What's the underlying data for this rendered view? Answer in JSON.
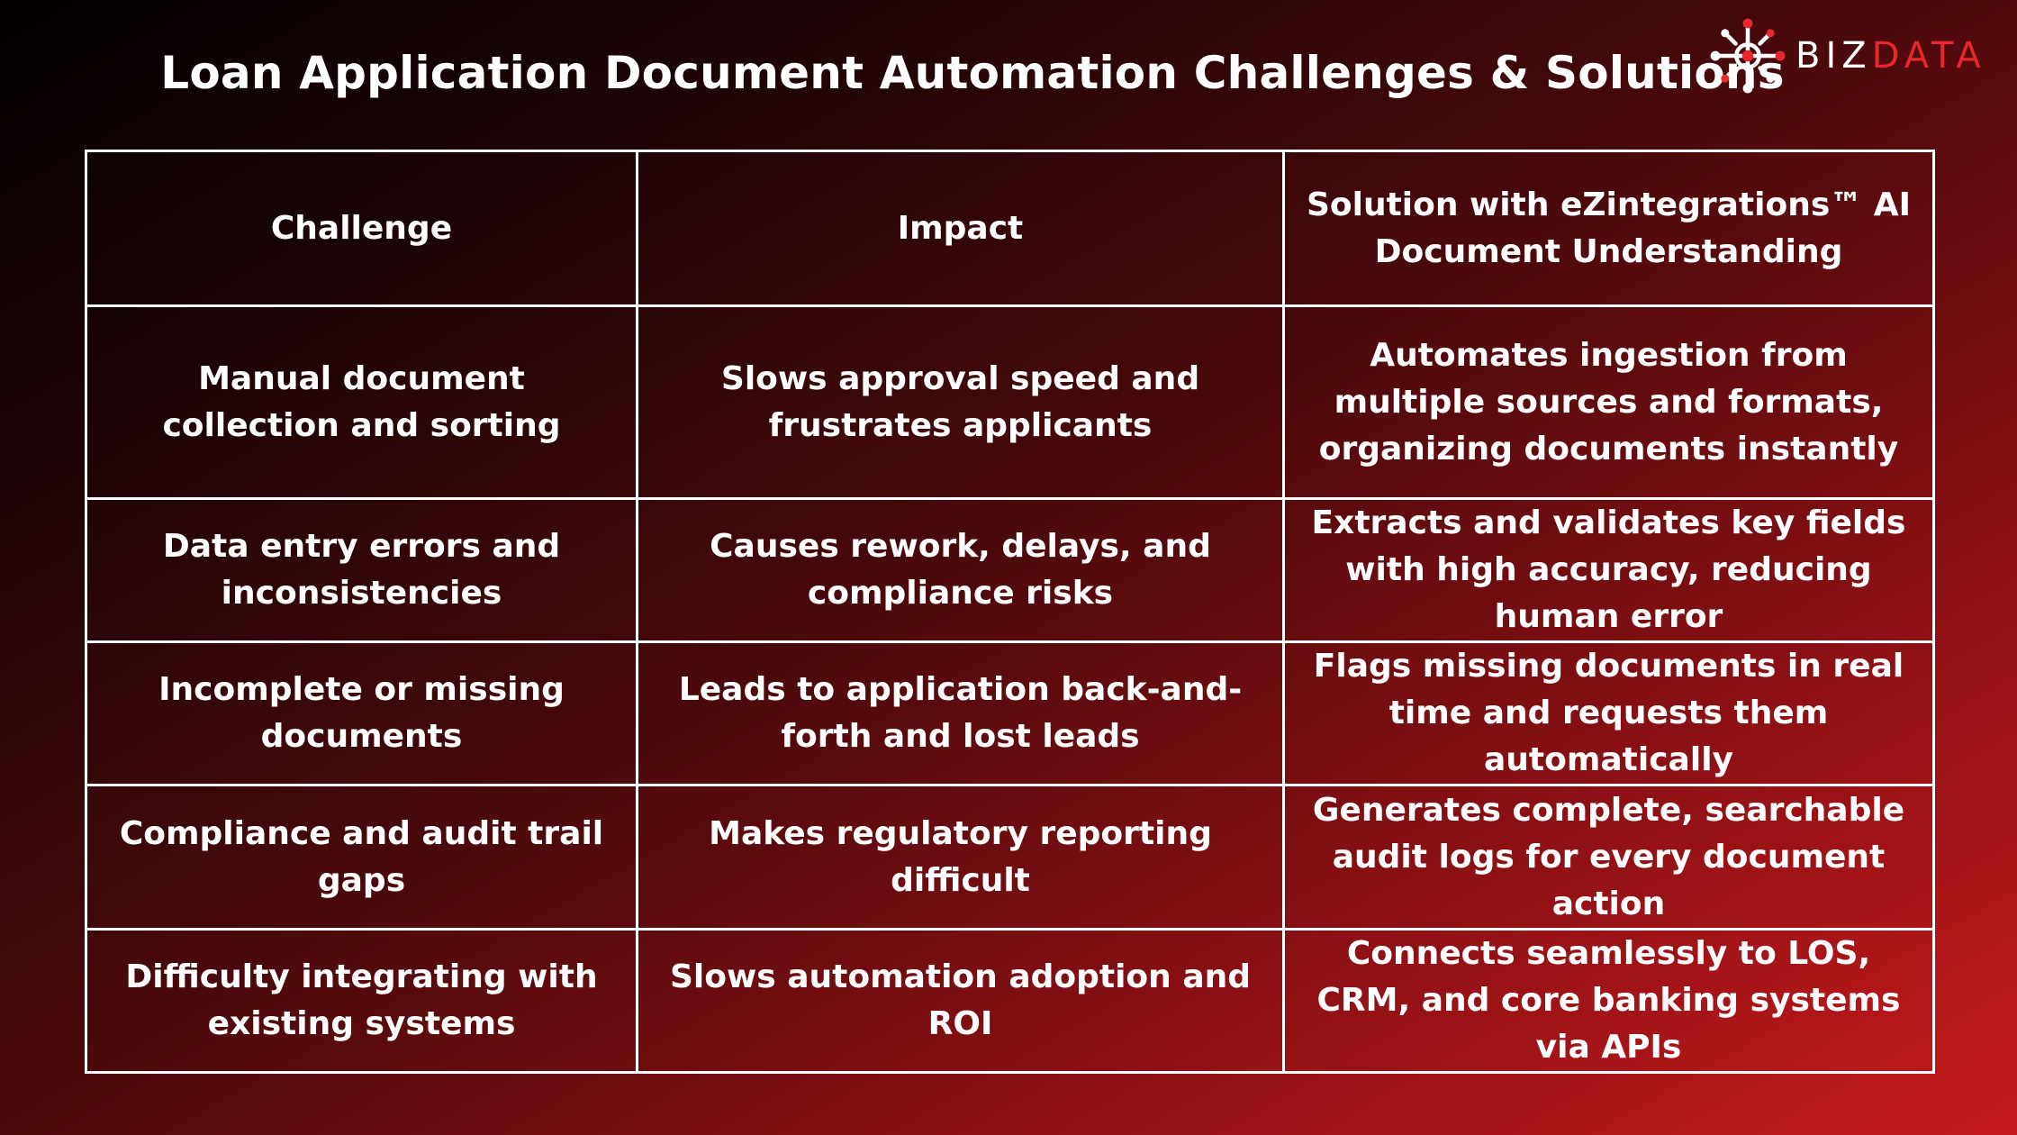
{
  "title": "Loan Application Document Automation Challenges & Solutions",
  "logo": {
    "text_part1": "BIZ",
    "text_part2": "DATA",
    "icon": "network-node-icon",
    "accent_color": "#e8262b"
  },
  "table": {
    "headers": {
      "challenge": "Challenge",
      "impact": "Impact",
      "solution": "Solution with eZintegrations™ AI Document Understanding"
    },
    "rows": [
      {
        "challenge": "Manual document collection and sorting",
        "impact": "Slows approval speed and frustrates applicants",
        "solution": "Automates ingestion from multiple sources and formats, organizing documents instantly"
      },
      {
        "challenge": "Data entry errors and inconsistencies",
        "impact": "Causes rework, delays, and compliance risks",
        "solution": "Extracts and validates key fields with high accuracy, reducing human error"
      },
      {
        "challenge": "Incomplete or missing documents",
        "impact": "Leads to application back-and-forth and lost leads",
        "solution": "Flags missing documents in real time and requests them automatically"
      },
      {
        "challenge": "Compliance and audit trail gaps",
        "impact": "Makes regulatory reporting difficult",
        "solution": "Generates complete, searchable audit logs for every document action"
      },
      {
        "challenge": "Difficulty integrating with existing systems",
        "impact": "Slows automation adoption and ROI",
        "solution": "Connects seamlessly to LOS, CRM, and core banking systems via APIs"
      }
    ]
  }
}
